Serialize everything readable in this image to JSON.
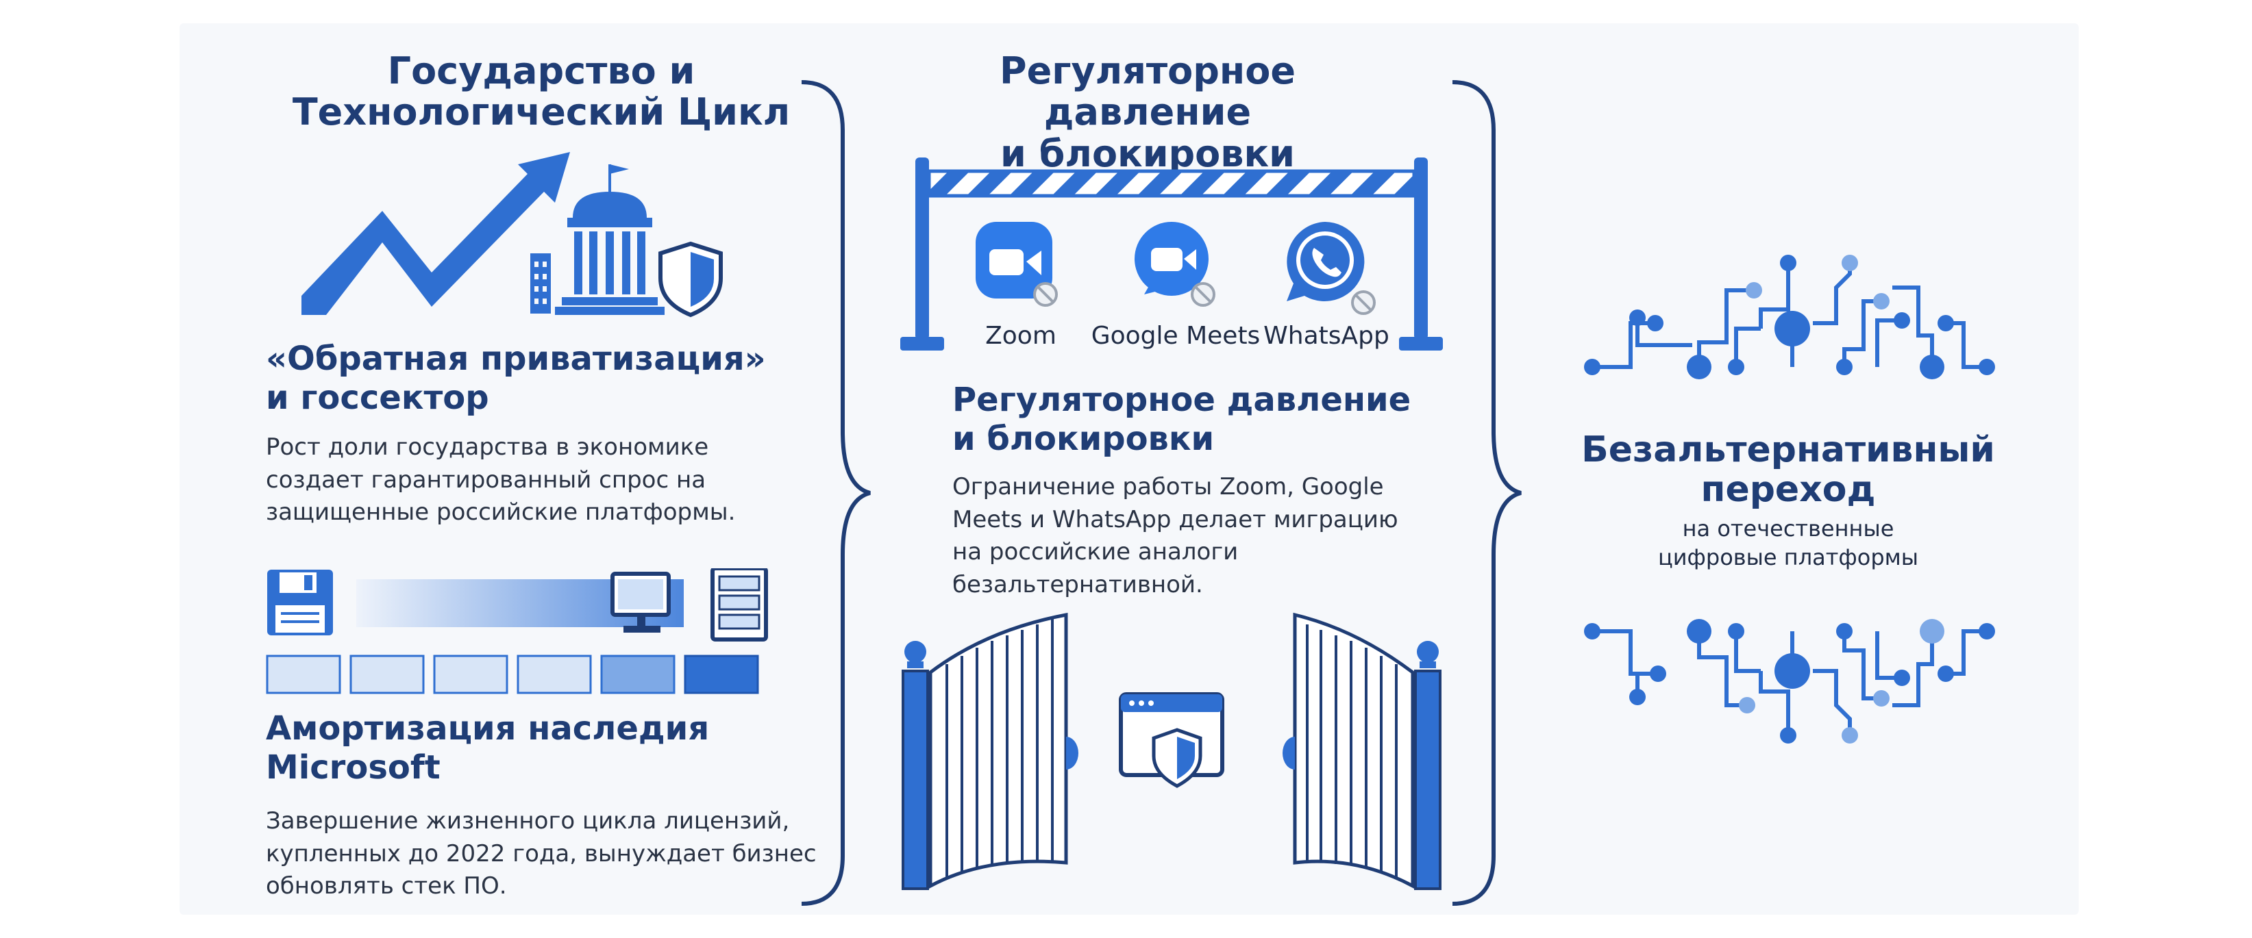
{
  "left": {
    "title_line1": "Государство и",
    "title_line2": "Технологический Цикл",
    "section1": {
      "title_line1": "«Обратная приватизация»",
      "title_line2": "и госсектор",
      "text_line1": "Рост доли государства в экономике",
      "text_line2": "создает гарантированный спрос на",
      "text_line3": "защищенные российские платформы."
    },
    "section2": {
      "title_line1": "Амортизация наследия",
      "title_line2": "Microsoft",
      "text_line1": "Завершение жизненного цикла лицензий,",
      "text_line2": "купленных до 2022 года, вынуждает бизнес",
      "text_line3": "обновлять стек ПО."
    },
    "timeline_segments": 6
  },
  "middle": {
    "title_line1": "Регуляторное давление",
    "title_line2": "и блокировки",
    "apps": [
      {
        "name": "Zoom",
        "icon": "zoom-video-camera-icon"
      },
      {
        "name": "Google Meets",
        "icon": "google-meet-icon"
      },
      {
        "name": "WhatsApp",
        "icon": "whatsapp-phone-icon"
      }
    ],
    "section": {
      "title_line1": "Регуляторное давление",
      "title_line2": "и блокировки",
      "text_line1": "Ограничение работы Zoom, Google",
      "text_line2": "Meets и WhatsApp делает миграцию",
      "text_line3": "на российские аналоги",
      "text_line4": "безальтернативной."
    }
  },
  "right": {
    "title_line1": "Безальтернативный",
    "title_line2": "переход",
    "sub_line1": "на отечественные",
    "sub_line2": "цифровые платформы"
  },
  "colors": {
    "primary": "#2f6fd1",
    "dark_navy": "#1f3d75",
    "light_blue": "#cfe0f7",
    "background": "#f6f8fb",
    "gray_block": "#b9bec6"
  }
}
